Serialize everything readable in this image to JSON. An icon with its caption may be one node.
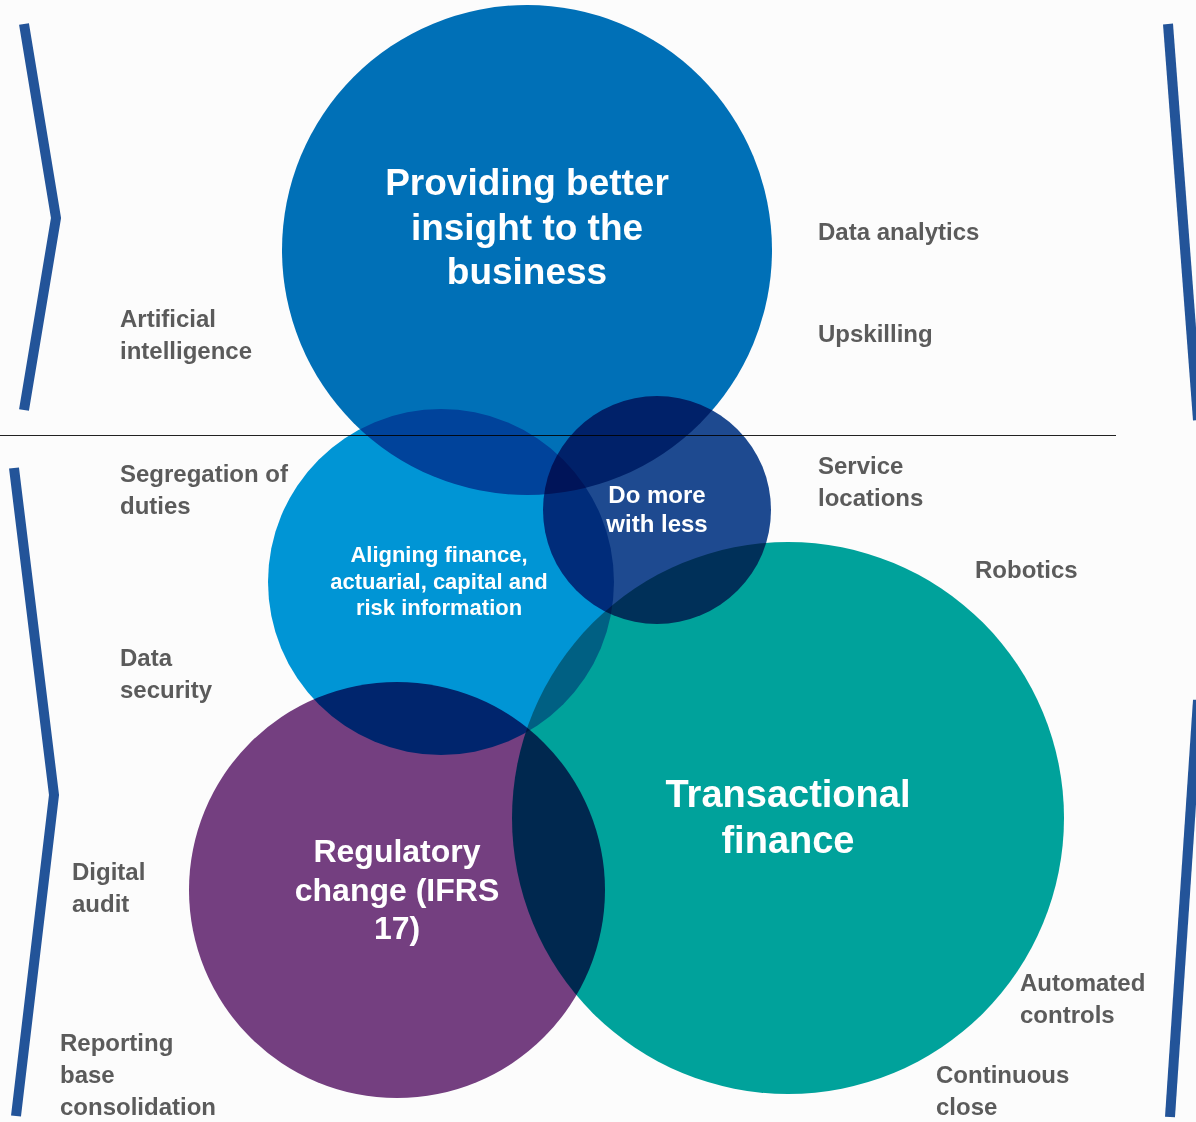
{
  "diagram": {
    "nodes": [
      {
        "text": [
          "Providing better insight to the business"
        ]
      },
      {
        "text": [
          "Do more with less"
        ]
      },
      {
        "text": [
          "Aligning finance, actuarial, capital and risk information"
        ]
      },
      {
        "text": [
          "Transactional finance"
        ]
      },
      {
        "text": [
          "Regulatory change (IFRS 17)"
        ]
      }
    ],
    "labels": [
      "Data analytics",
      "Artificial intelligence",
      "Upskilling",
      "Segregation of duties",
      "Service locations",
      "Robotics",
      "Data security",
      "Digital audit",
      "Automated controls",
      "Reporting base consolidation",
      "Continuous close"
    ]
  }
}
